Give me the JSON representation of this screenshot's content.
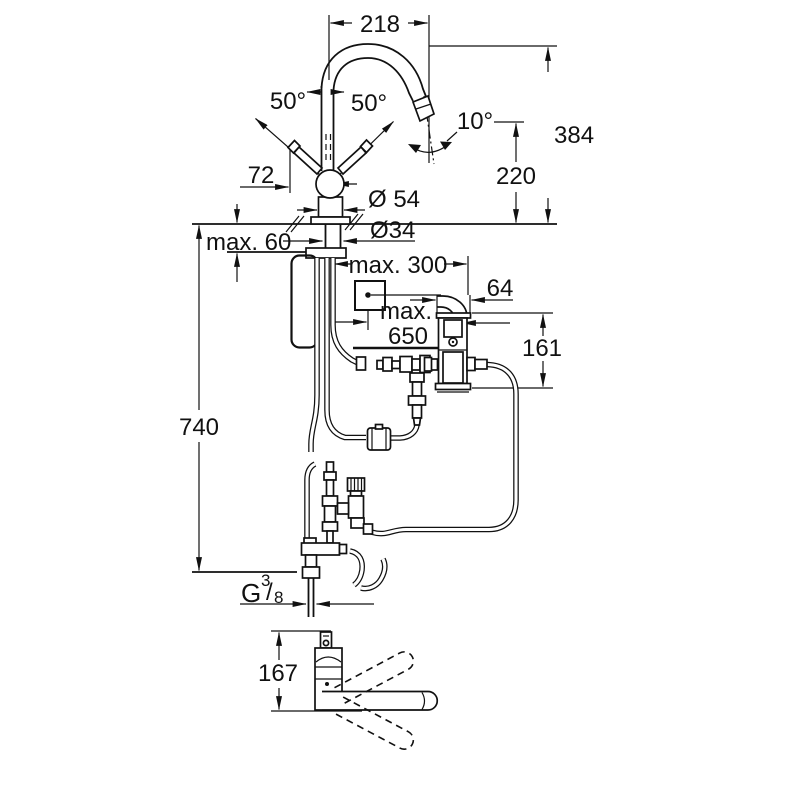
{
  "dims": {
    "spout_reach": "218",
    "total_height": "384",
    "outlet_height": "220",
    "lever_swing_left": "50°",
    "lever_swing_right": "50°",
    "outlet_angle": "10°",
    "lever_length": "72",
    "body_diameter": "Ø 54",
    "hole_diameter": "Ø34",
    "max_deck_thickness": "max. 60",
    "max_socket_distance": "max. 300",
    "control_box_width": "64",
    "max_cable_length_line1": "max.",
    "max_cable_length_line2": "650",
    "control_box_height": "161",
    "installation_height": "740",
    "swivel_view_height": "167",
    "thread_g": "G",
    "thread_numerator": "3",
    "thread_slash": "/",
    "thread_denominator": "8"
  }
}
